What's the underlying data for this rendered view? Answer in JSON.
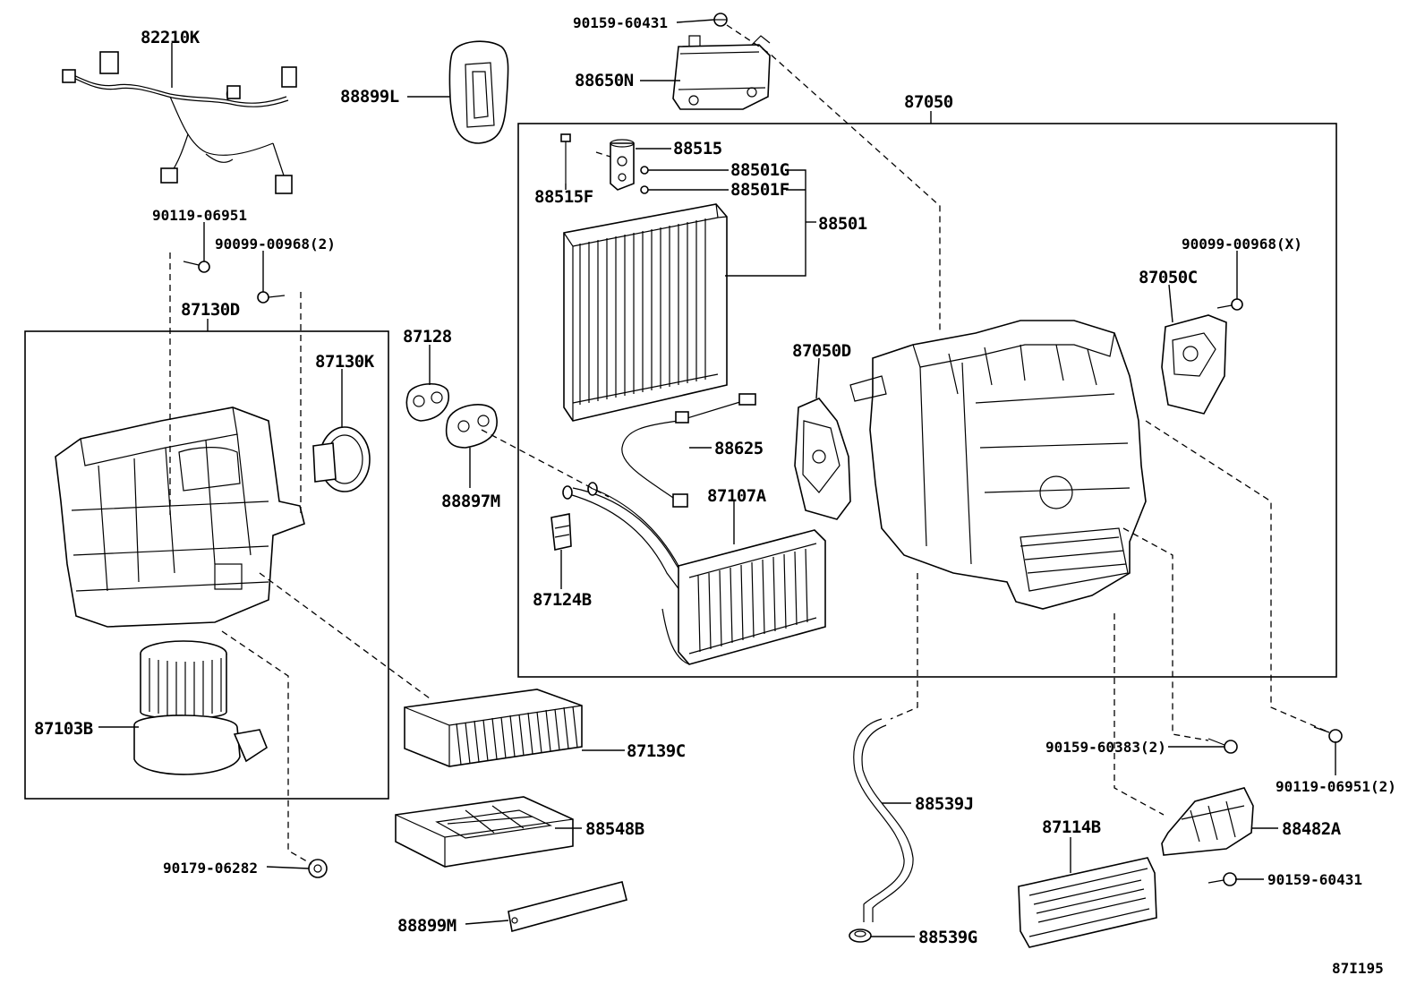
{
  "diagram_id": "87I195",
  "parts": {
    "harness": "82210K",
    "bolt_9015960431_top": "90159-60431",
    "amplifier": "88650N",
    "cover_l": "88899L",
    "unit_assy": "87050",
    "valve": "88515",
    "valve_bolt": "88515F",
    "oring_g": "88501G",
    "oring_f": "88501F",
    "evaporator": "88501",
    "screw_06951": "90119-06951",
    "screw_00968_2": "90099-00968(2)",
    "screw_00968_x": "90099-00968(X)",
    "servo_c": "87050C",
    "blower_assy": "87130D",
    "packing": "87128",
    "servo_k": "87130K",
    "servo_d": "87050D",
    "thermistor": "88625",
    "heater_core": "87107A",
    "plate": "88897M",
    "clamp": "87124B",
    "motor": "87103B",
    "filter": "87139C",
    "screw_60383": "90159-60383(2)",
    "screw_06951_2": "90119-06951(2)",
    "hose": "88539J",
    "heater_ptc": "87114B",
    "duct": "88482A",
    "filter_cover": "88548B",
    "bolt_9015960431_bottom": "90159-60431",
    "nut_06282": "90179-06282",
    "cover_m": "88899M",
    "grommet": "88539G"
  }
}
